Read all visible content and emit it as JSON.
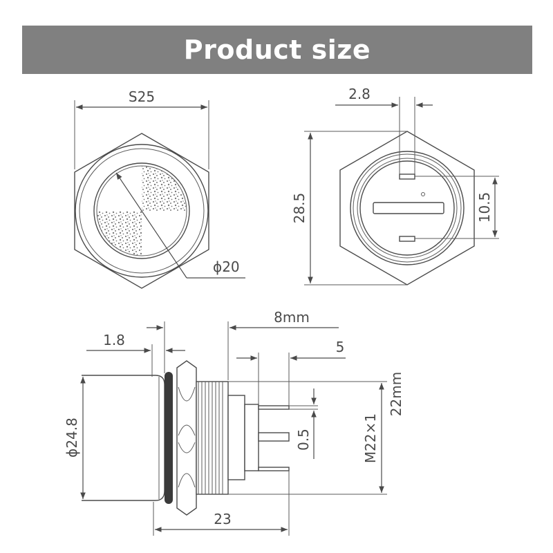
{
  "banner": {
    "title": "Product size",
    "background": "#808080"
  },
  "colors": {
    "line": "#4a4a4a",
    "texture": "#7a7a7a",
    "gasket": "#3a3a3a"
  },
  "front_view": {
    "width_label": "S25",
    "diameter_label": "ϕ20"
  },
  "rear_view": {
    "terminal_width_label": "2.8",
    "height_label": "28.5",
    "terminal_spacing_label": "10.5"
  },
  "side_view": {
    "overall_label": "8mm",
    "bezel_label": "1.8",
    "terminal_label": "5",
    "diameter_label": "ϕ24.8",
    "thickness_label": "0.5",
    "thread_label": "M22×1",
    "mount_label": "22mm",
    "length_label": "23"
  }
}
